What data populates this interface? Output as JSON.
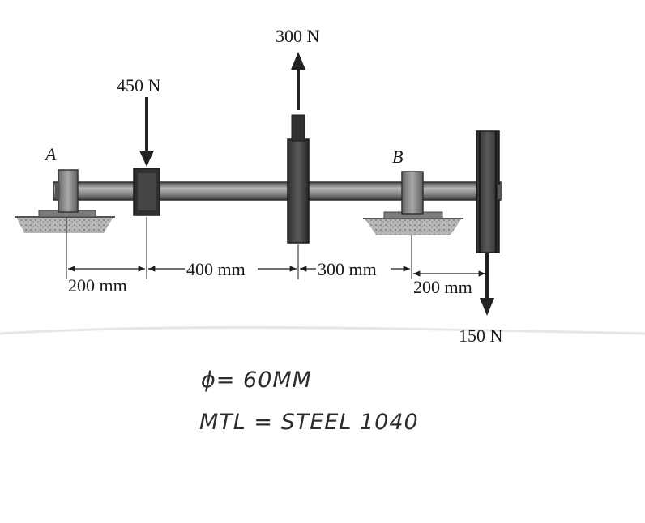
{
  "diagram": {
    "supports": {
      "left_label": "A",
      "right_label": "B"
    },
    "loads": {
      "pulley_left": "450 N",
      "gear_middle": "300 N",
      "pulley_right": "150 N"
    },
    "dimensions": {
      "span_1": "200 mm",
      "span_2": "400 mm",
      "span_3": "300 mm",
      "span_4": "200 mm"
    },
    "notes": {
      "diameter": "ϕ= 60MM",
      "material": "MTL = STEEL 1040"
    }
  },
  "colors": {
    "ink": "#1b1b1b",
    "shaft": "#6f6f6f",
    "dark_part": "#3a3a3a",
    "ground": "#9a9a9a"
  }
}
